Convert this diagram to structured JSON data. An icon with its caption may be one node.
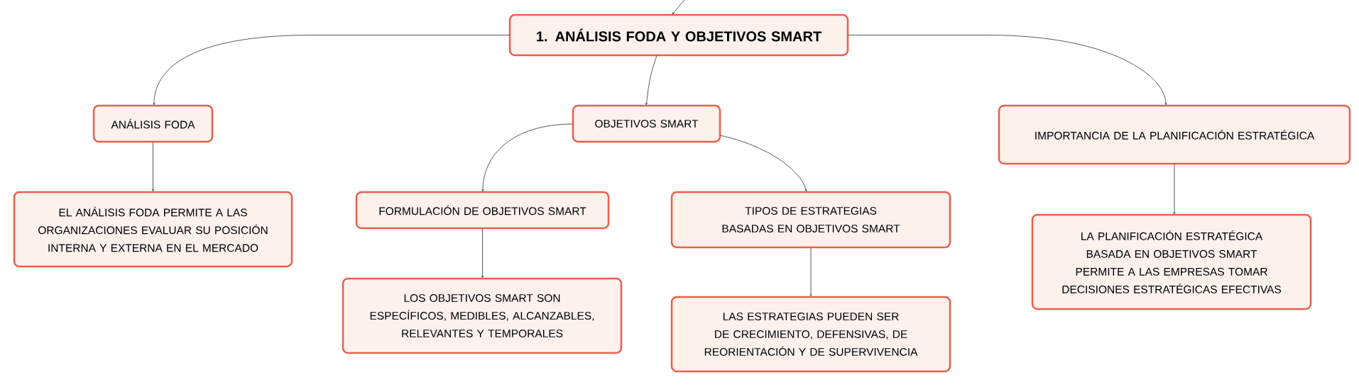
{
  "diagram": {
    "nodes": [
      {
        "text": [
          "1. ANÁLISIS FODA Y OBJETIVOS SMART"
        ]
      },
      {
        "text": [
          "ANÁLISIS FODA"
        ]
      },
      {
        "text": [
          "EL ANÁLISIS FODA PERMITE A LAS ORGANIZACIONES EVALUAR SU POSICIÓN INTERNA Y EXTERNA EN EL MERCADO"
        ]
      },
      {
        "text": [
          "OBJETIVOS SMART"
        ]
      },
      {
        "text": [
          "FORMULACIÓN DE OBJETIVOS SMART"
        ]
      },
      {
        "text": [
          "LOS OBJETIVOS SMART SON ESPECÍFICOS, MEDIBLES, ALCANZABLES, RELEVANTES Y TEMPORALES"
        ]
      },
      {
        "text": [
          "TIPOS DE ESTRATEGIAS BASADAS EN OBJETIVOS SMART"
        ]
      },
      {
        "text": [
          "LAS ESTRATEGIAS PUEDEN SER DE CRECIMIENTO, DEFENSIVAS, DE REORIENTACIÓN Y DE SUPERVIVENCIA"
        ]
      },
      {
        "text": [
          "IMPORTANCIA DE LA PLANIFICACIÓN ESTRATÉGICA"
        ]
      },
      {
        "text": [
          "LA PLANIFICACIÓN ESTRATÉGICA BASADA EN OBJETIVOS SMART PERMITE A LAS EMPRESAS TOMAR DECISIONES ESTRATÉGICAS EFECTIVAS"
        ]
      }
    ],
    "edges": [
      {
        "from": null,
        "to": 0,
        "arrow": "to"
      },
      {
        "from": 0,
        "to": 1,
        "arrow": "to"
      },
      {
        "from": 0,
        "to": 3,
        "arrow": "to"
      },
      {
        "from": 0,
        "to": 8,
        "arrow": "to"
      },
      {
        "from": 1,
        "to": 2,
        "arrow": "to"
      },
      {
        "from": 3,
        "to": 4,
        "arrow": "to"
      },
      {
        "from": 3,
        "to": 6,
        "arrow": "to"
      },
      {
        "from": 4,
        "to": 5,
        "arrow": "to"
      },
      {
        "from": 6,
        "to": 7,
        "arrow": "to"
      },
      {
        "from": 8,
        "to": 9,
        "arrow": "to"
      }
    ]
  }
}
